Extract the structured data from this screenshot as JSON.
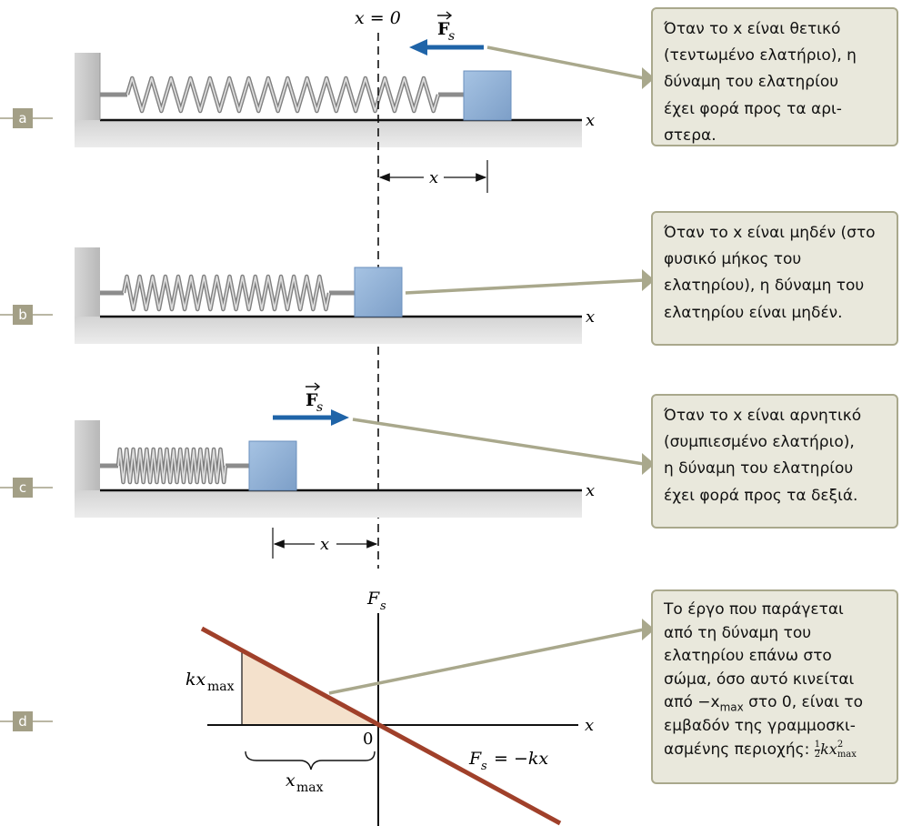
{
  "axis": {
    "x_label": "x",
    "origin_label": "x = 0",
    "displacement_label": "x"
  },
  "force": {
    "vector_symbol": "F",
    "subscript": "s"
  },
  "panels": [
    {
      "label": "a",
      "lines": [
        "Όταν το x είναι θετικό",
        "(τεντωμένο ελατήριο), η",
        "δύναμη του ελατηρίου",
        "έχει φορά προς τα αρι-",
        "στερα."
      ]
    },
    {
      "label": "b",
      "lines": [
        "Όταν το x είναι μηδέν (στο",
        "φυσικό μήκος του",
        "ελατηρίου), η δύναμη του",
        "ελατηρίου είναι μηδέν."
      ]
    },
    {
      "label": "c",
      "lines": [
        "Όταν το x είναι αρνητικό",
        "(συμπιεσμένο ελατήριο),",
        "η δύναμη του ελατηρίου",
        "έχει φορά προς τα δεξιά."
      ]
    },
    {
      "label": "d",
      "lines": [
        "Το έργο που παράγεται",
        "από τη δύναμη του",
        "ελατηρίου επάνω στο",
        "σώμα, όσο αυτό κινείται",
        "από −x",
        "max",
        " στο 0, είναι το",
        "εμβαδόν της γραμμοσκι-",
        "ασμένης περιοχής: "
      ]
    }
  ],
  "graph": {
    "y_label": "F",
    "y_label_sub": "s",
    "x_label": "x",
    "origin": "0",
    "kx_label": "kx",
    "kx_sub": "max",
    "xmax_label": "x",
    "xmax_sub": "max",
    "line_label": "F",
    "line_label_sub": "s",
    "line_eq": "= −kx",
    "area_formula": {
      "num": "1",
      "den": "2",
      "kx": "kx",
      "sup": "2",
      "sub": "max"
    }
  },
  "colors": {
    "arrow": "#1f64a8",
    "block": "#8fb1d6",
    "line": "#a0402a",
    "fill": "#f4e1cc",
    "callout_bg": "#e9e8dc",
    "label_bg": "#a39f86"
  }
}
